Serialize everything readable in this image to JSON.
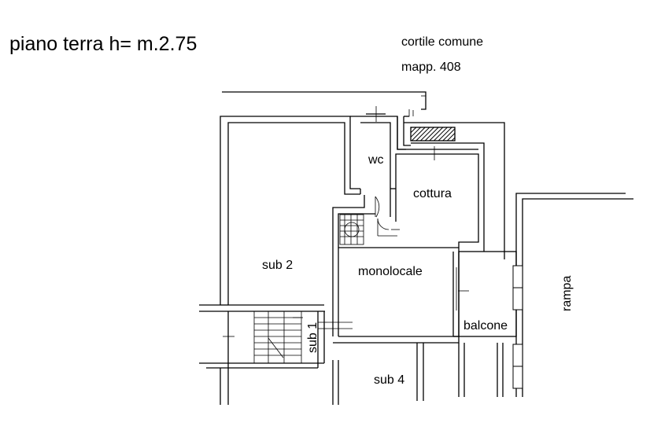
{
  "header": {
    "title": "piano terra h= m.2.75",
    "note_line1": "cortile  comune",
    "note_line2": "mapp. 408"
  },
  "rooms": {
    "wc": "wc",
    "cottura": "cottura",
    "sub2": "sub 2",
    "monolocale": "monolocale",
    "sub1": "sub 1",
    "sub4": "sub 4",
    "balcone": "balcone",
    "rampa": "rampa"
  },
  "colors": {
    "line": "#000000",
    "background": "#ffffff",
    "hatch": "#000000"
  }
}
